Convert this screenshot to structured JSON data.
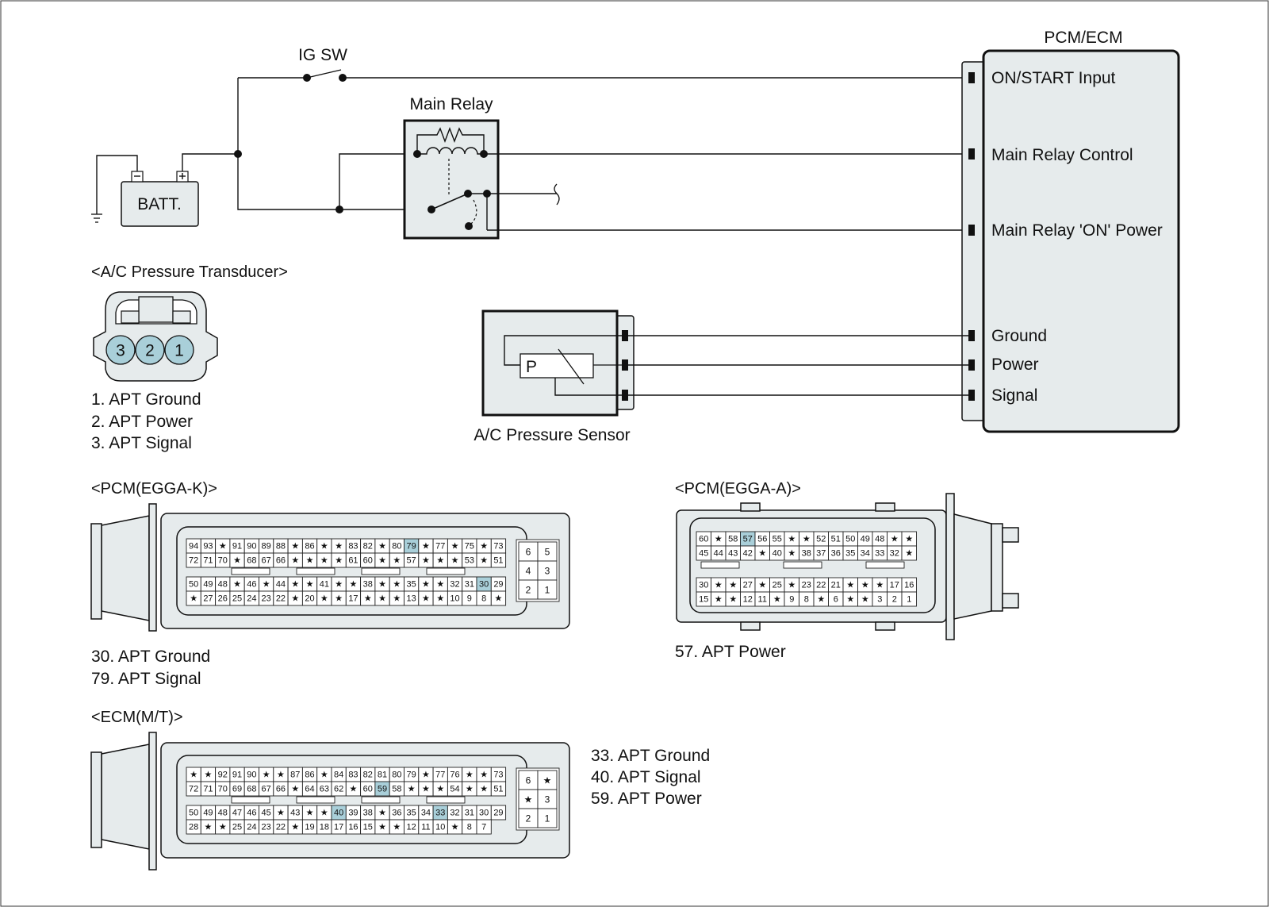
{
  "colors": {
    "module_fill": "#e6ebec",
    "highlight": "#a9cfd9",
    "line": "#111111"
  },
  "circuit": {
    "ig_sw": "IG SW",
    "main_relay": "Main Relay",
    "battery": "BATT.",
    "pcm_title": "PCM/ECM",
    "pcm_pins": [
      "ON/START Input",
      "Main Relay Control",
      "Main Relay 'ON' Power",
      "Ground",
      "Power",
      "Signal"
    ],
    "sensor_caption": "A/C Pressure Sensor",
    "sensor_symbol": "P"
  },
  "transducer": {
    "title": "<A/C Pressure Transducer>",
    "pins": [
      "3",
      "2",
      "1"
    ],
    "legend": [
      "1. APT Ground",
      "2. APT Power",
      "3. APT Signal"
    ]
  },
  "egga_k": {
    "title": "<PCM(EGGA-K)>",
    "rows": [
      [
        "94",
        "93",
        "*",
        "91",
        "90",
        "89",
        "88",
        "*",
        "86",
        "*",
        "*",
        "83",
        "82",
        "*",
        "80",
        "79",
        "*",
        "77",
        "*",
        "75",
        "*",
        "73"
      ],
      [
        "72",
        "71",
        "70",
        "*",
        "68",
        "67",
        "66",
        "*",
        "*",
        "*",
        "*",
        "61",
        "60",
        "*",
        "*",
        "57",
        "*",
        "*",
        "*",
        "53",
        "*",
        "51"
      ],
      [
        "50",
        "49",
        "48",
        "*",
        "46",
        "*",
        "44",
        "*",
        "*",
        "41",
        "*",
        "*",
        "38",
        "*",
        "*",
        "35",
        "*",
        "*",
        "32",
        "31",
        "30",
        "29"
      ],
      [
        "*",
        "27",
        "26",
        "25",
        "24",
        "23",
        "22",
        "*",
        "20",
        "*",
        "*",
        "17",
        "*",
        "*",
        "*",
        "13",
        "*",
        "*",
        "10",
        "9",
        "8",
        "*"
      ]
    ],
    "small": [
      "6",
      "5",
      "4",
      "3",
      "2",
      "1"
    ],
    "highlight": [
      "79",
      "30"
    ],
    "legend": [
      "30. APT Ground",
      "79. APT Signal"
    ]
  },
  "egga_a": {
    "title": "<PCM(EGGA-A)>",
    "rows": [
      [
        "60",
        "*",
        "58",
        "57",
        "56",
        "55",
        "*",
        "*",
        "52",
        "51",
        "50",
        "49",
        "48",
        "*",
        "*"
      ],
      [
        "45",
        "44",
        "43",
        "42",
        "*",
        "40",
        "*",
        "38",
        "37",
        "36",
        "35",
        "34",
        "33",
        "32",
        "*"
      ],
      [
        "30",
        "*",
        "*",
        "27",
        "*",
        "25",
        "*",
        "23",
        "22",
        "21",
        "*",
        "*",
        "*",
        "17",
        "16"
      ],
      [
        "15",
        "*",
        "*",
        "12",
        "11",
        "*",
        "9",
        "8",
        "*",
        "6",
        "*",
        "*",
        "3",
        "2",
        "1"
      ]
    ],
    "highlight": [
      "57"
    ],
    "legend": [
      "57. APT Power"
    ]
  },
  "ecm_mt": {
    "title": "<ECM(M/T)>",
    "rows": [
      [
        "*",
        "*",
        "92",
        "91",
        "90",
        "*",
        "*",
        "87",
        "86",
        "*",
        "84",
        "83",
        "82",
        "81",
        "80",
        "79",
        "*",
        "77",
        "76",
        "*",
        "*",
        "73"
      ],
      [
        "72",
        "71",
        "70",
        "69",
        "68",
        "67",
        "66",
        "*",
        "64",
        "63",
        "62",
        "*",
        "60",
        "59",
        "58",
        "*",
        "*",
        "*",
        "54",
        "*",
        "*",
        "51"
      ],
      [
        "50",
        "49",
        "48",
        "47",
        "46",
        "45",
        "*",
        "43",
        "*",
        "*",
        "40",
        "39",
        "38",
        "*",
        "36",
        "35",
        "34",
        "33",
        "32",
        "31",
        "30",
        "29"
      ],
      [
        "28",
        "*",
        "*",
        "25",
        "24",
        "23",
        "22",
        "*",
        "19",
        "18",
        "17",
        "16",
        "15",
        "*",
        "*",
        "12",
        "11",
        "10",
        "*",
        "8",
        "7"
      ]
    ],
    "small": [
      "6",
      "*",
      "*",
      "3",
      "2",
      "1"
    ],
    "highlight": [
      "40",
      "59",
      "33"
    ],
    "legend": [
      "33. APT Ground",
      "40. APT Signal",
      "59. APT Power"
    ]
  }
}
